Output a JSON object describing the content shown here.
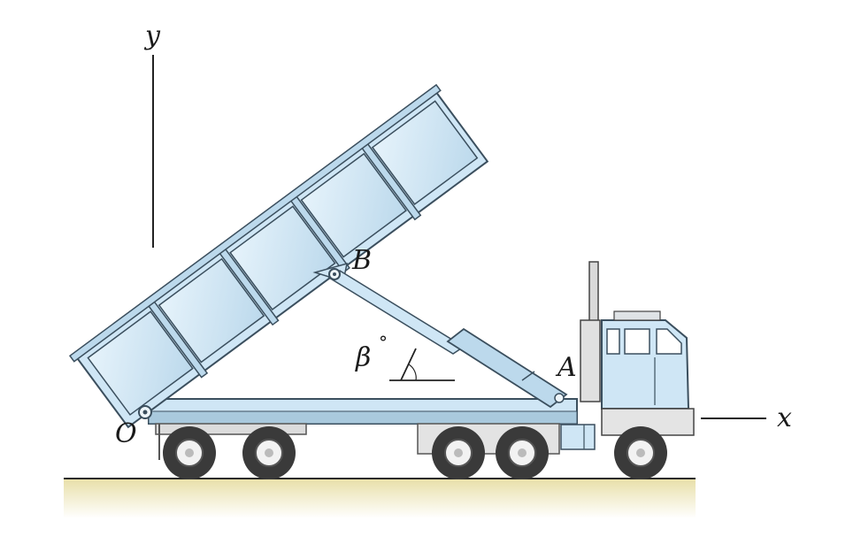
{
  "labels": {
    "y_axis": "y",
    "x_axis": "x",
    "origin": "O",
    "point_a": "A",
    "point_b": "B",
    "angle": "β",
    "degree_mark": "°"
  },
  "colors": {
    "body_fill": "#cfe6f5",
    "body_stroke": "#3b4f5e",
    "chassis_fill": "#dfe3e6",
    "ground_fill": "#f2ecc8",
    "tire_fill": "#3a3a3a",
    "hub_fill": "#f2f2f2"
  }
}
